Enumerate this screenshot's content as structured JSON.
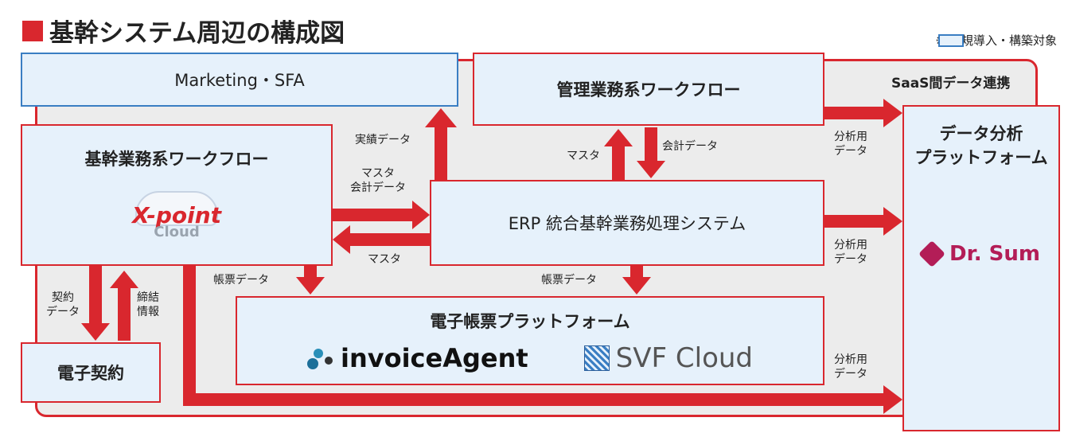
{
  "title": "基幹システム周辺の構成図",
  "legend": {
    "prefix": "※",
    "text": ":新規導入・構築対象"
  },
  "saas_label": "SaaS間データ連携",
  "boxes": {
    "marketing": "Marketing・SFA",
    "kanri": "管理業務系ワークフロー",
    "kikan": "基幹業務系ワークフロー",
    "erp": "ERP 統合基幹業務処理システム",
    "denshi_chohyo": "電子帳票プラットフォーム",
    "denshi_keiyaku": "電子契約",
    "data_bunseki_1": "データ分析",
    "data_bunseki_2": "プラットフォーム"
  },
  "logos": {
    "xpoint_main": "X-point",
    "xpoint_sub": "Cloud",
    "invoice": "invoiceAgent",
    "svf": "SVF Cloud",
    "drsum": "Dr. Sum"
  },
  "edges": {
    "jisseki": "実績データ",
    "masuta_kaikei_1": "マスタ",
    "masuta_kaikei_2": "会計データ",
    "masuta_left": "マスタ",
    "masuta_up": "マスタ",
    "kaikei_down": "会計データ",
    "chohyo_left": "帳票データ",
    "chohyo_right": "帳票データ",
    "keiyaku_1": "契約",
    "keiyaku_2": "データ",
    "teiketsu_1": "締結",
    "teiketsu_2": "情報",
    "bunseki_1a": "分析用",
    "bunseki_1b": "データ",
    "bunseki_2a": "分析用",
    "bunseki_2b": "データ",
    "bunseki_3a": "分析用",
    "bunseki_3b": "データ"
  },
  "colors": {
    "accent_red": "#d9272e",
    "new_blue": "#3a7ec3",
    "box_fill": "#e6f1fb",
    "saas_bg": "#ececec"
  }
}
